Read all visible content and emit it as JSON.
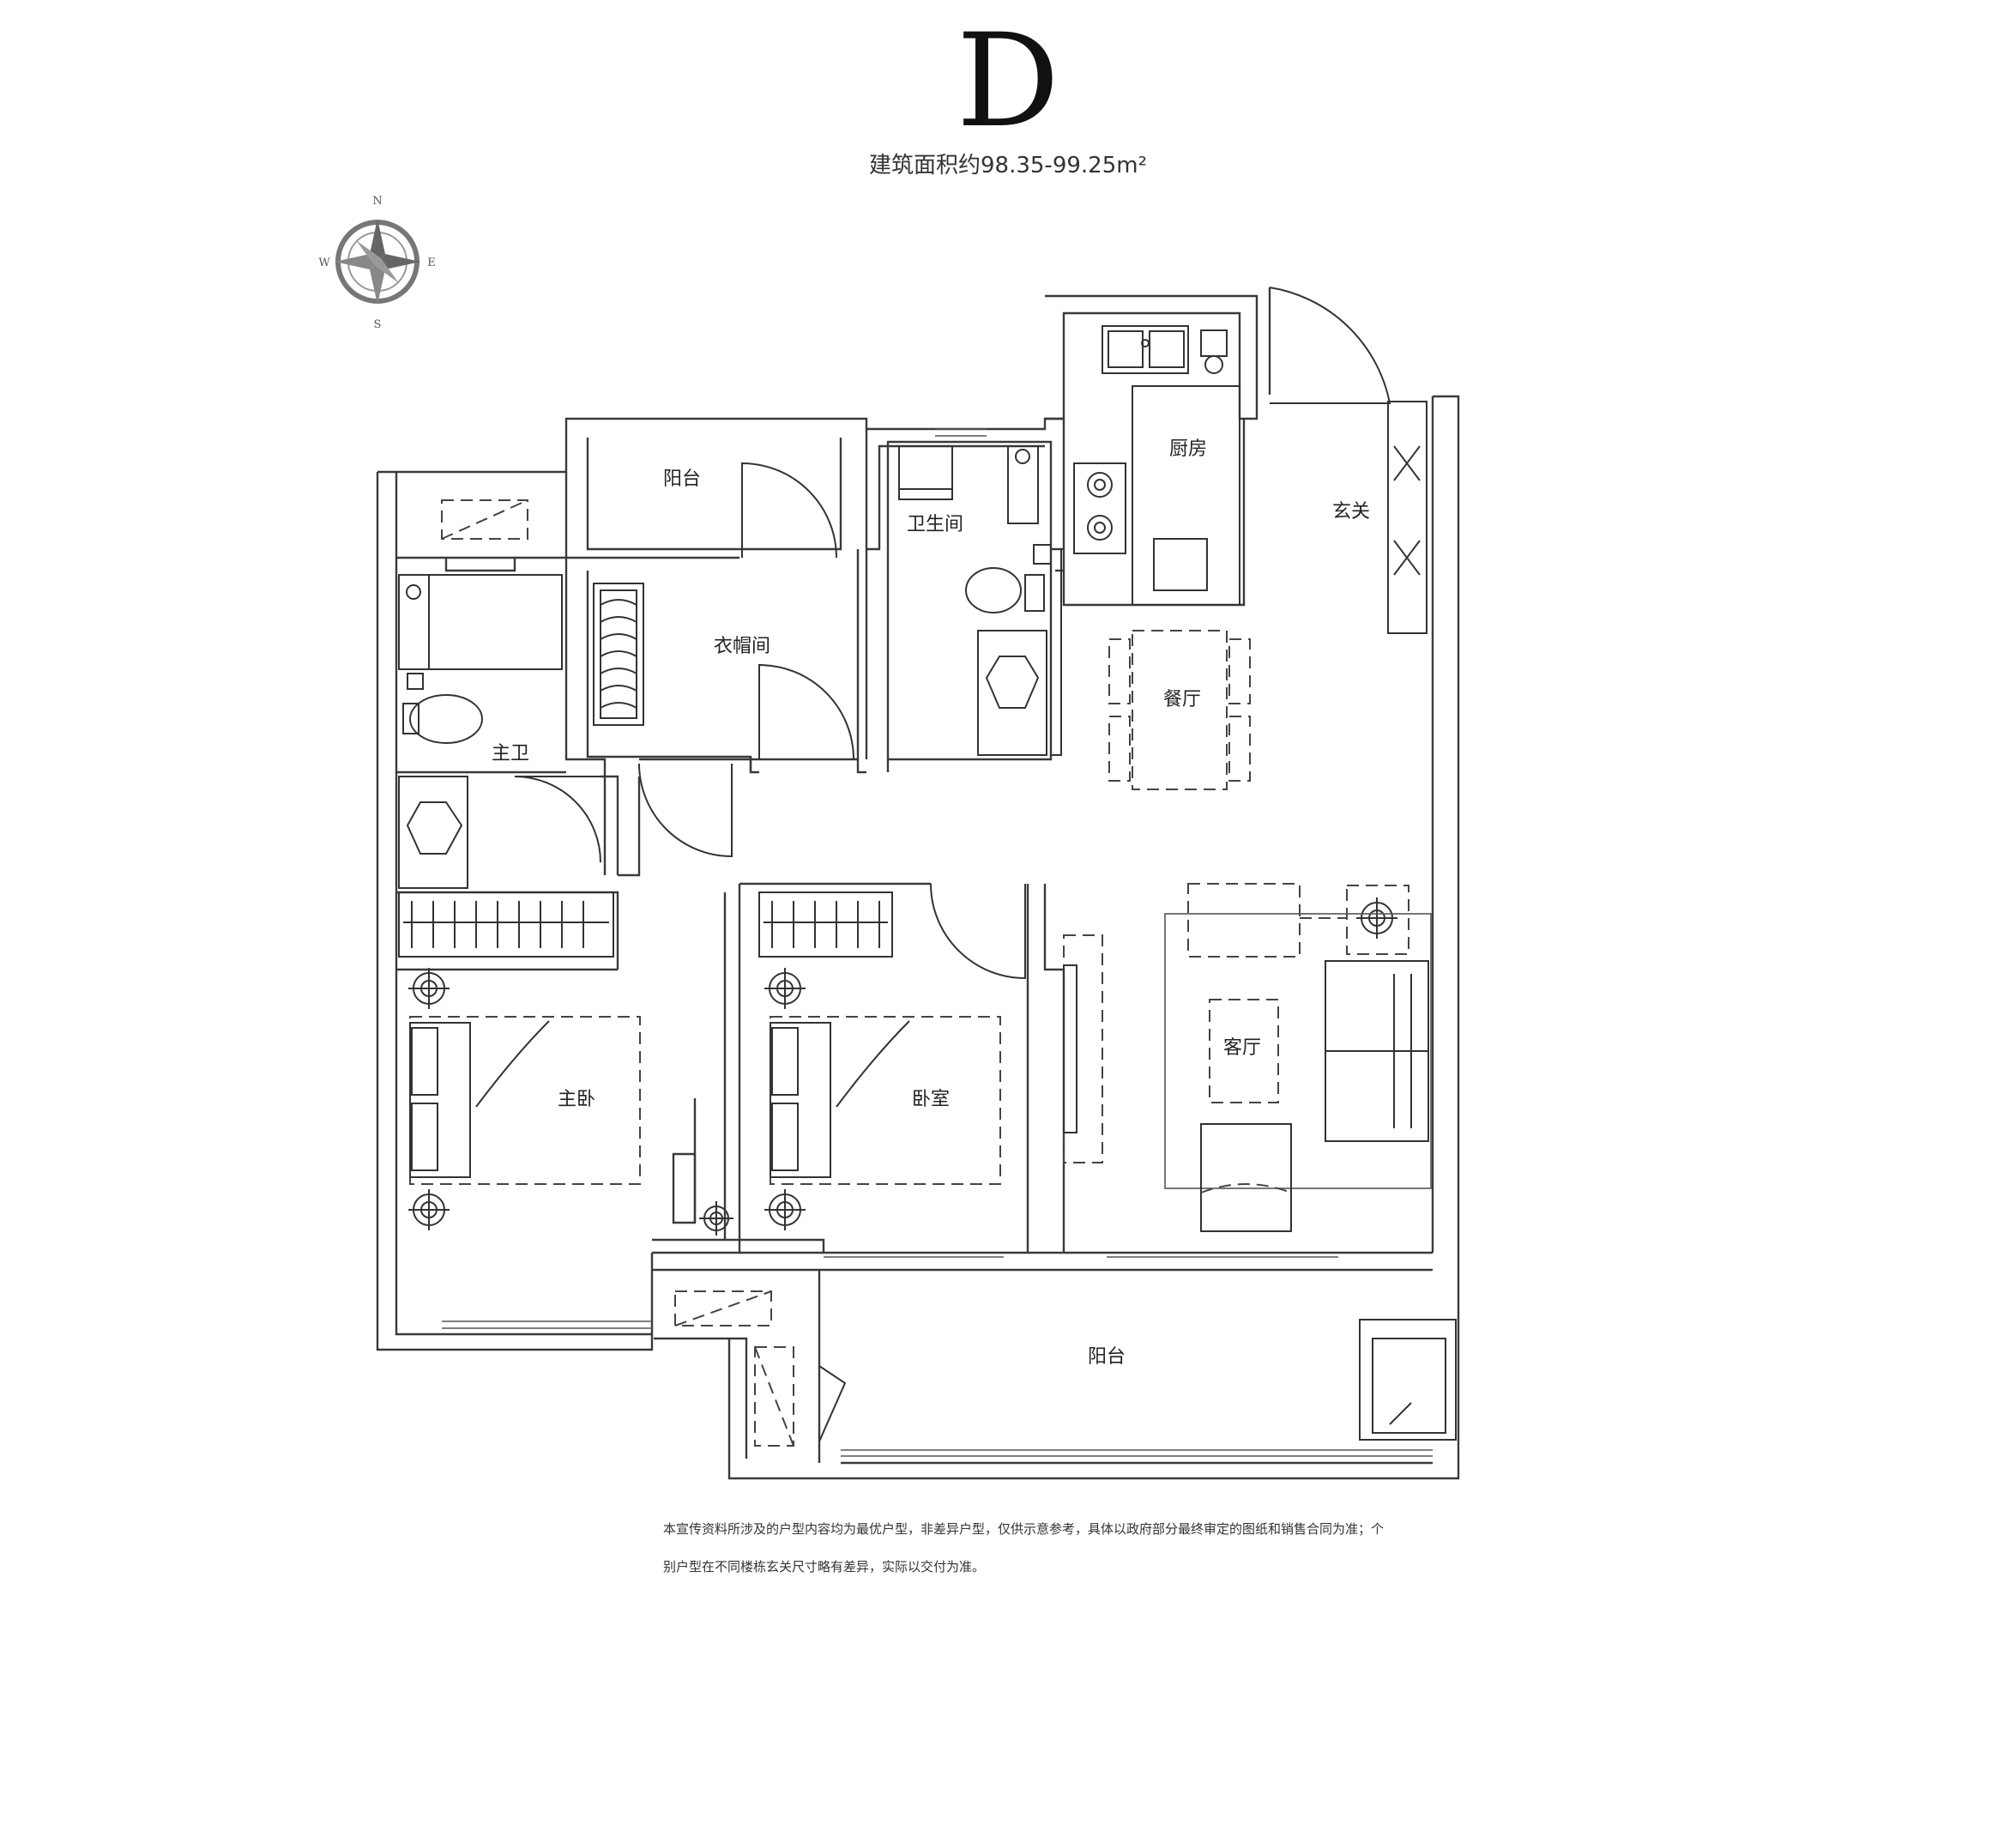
{
  "title": "D",
  "area_label": "建筑面积约98.35-99.25m²",
  "compass": {
    "n": "N",
    "s": "S",
    "e": "E",
    "w": "W"
  },
  "rooms": {
    "balcony_top": "阳台",
    "bathroom": "卫生间",
    "kitchen": "厨房",
    "foyer": "玄关",
    "closet": "衣帽间",
    "dining": "餐厅",
    "master_bath": "主卫",
    "living": "客厅",
    "master_bedroom": "主卧",
    "bedroom": "卧室",
    "balcony_bottom": "阳台"
  },
  "disclaimer": {
    "line1": "本宣传资料所涉及的户型内容均为最优户型，非差异户型，仅供示意参考，具体以政府部分最终审定的图纸和销售合同为准；个",
    "line2": "别户型在不同楼栋玄关尺寸略有差异，实际以交付为准。"
  }
}
